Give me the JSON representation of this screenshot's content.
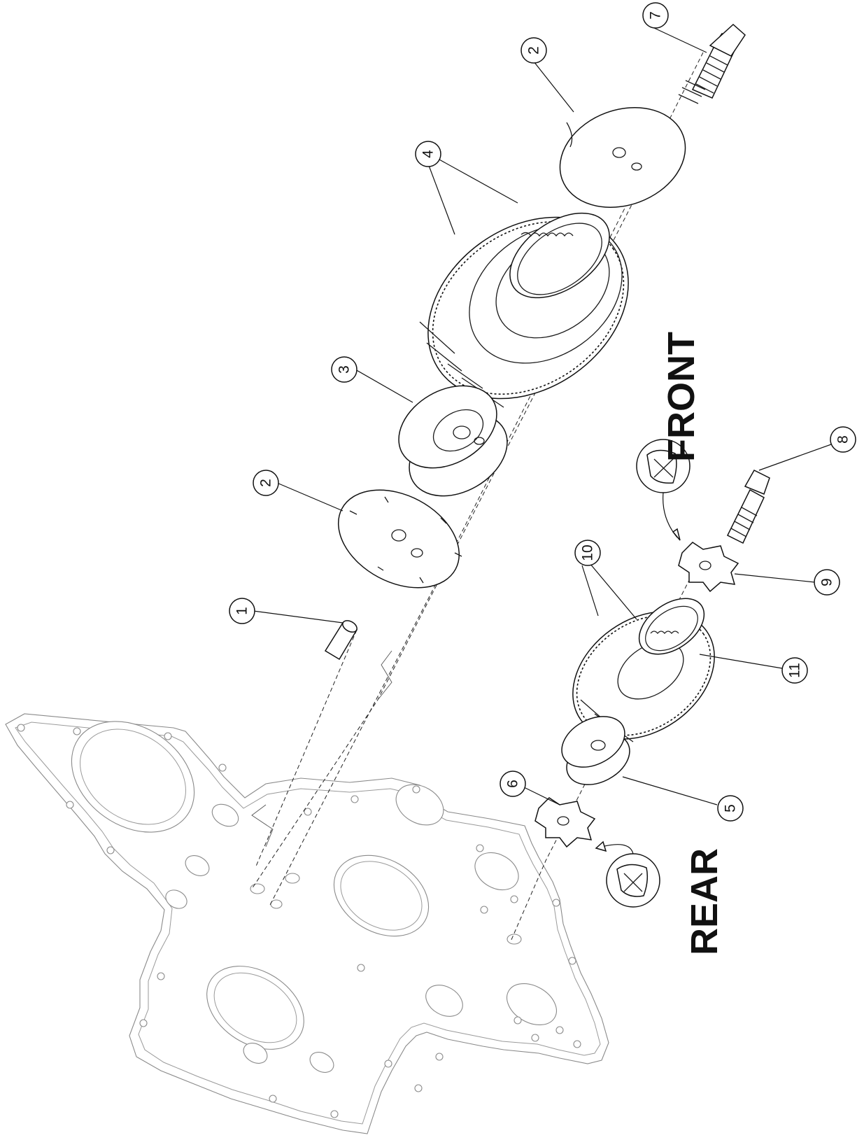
{
  "callouts": [
    {
      "id": "callout-1",
      "label": "1"
    },
    {
      "id": "callout-2a",
      "label": "2"
    },
    {
      "id": "callout-2b",
      "label": "2"
    },
    {
      "id": "callout-3",
      "label": "3"
    },
    {
      "id": "callout-4",
      "label": "4"
    },
    {
      "id": "callout-5",
      "label": "5"
    },
    {
      "id": "callout-6",
      "label": "6"
    },
    {
      "id": "callout-7",
      "label": "7"
    },
    {
      "id": "callout-8",
      "label": "8"
    },
    {
      "id": "callout-9",
      "label": "9"
    },
    {
      "id": "callout-10",
      "label": "10"
    },
    {
      "id": "callout-11",
      "label": "11"
    }
  ],
  "labels": {
    "front": "FRONT",
    "rear": "REAR"
  },
  "colors": {
    "line": "#111111",
    "plate_line": "#8a8a8a",
    "background": "#ffffff"
  }
}
